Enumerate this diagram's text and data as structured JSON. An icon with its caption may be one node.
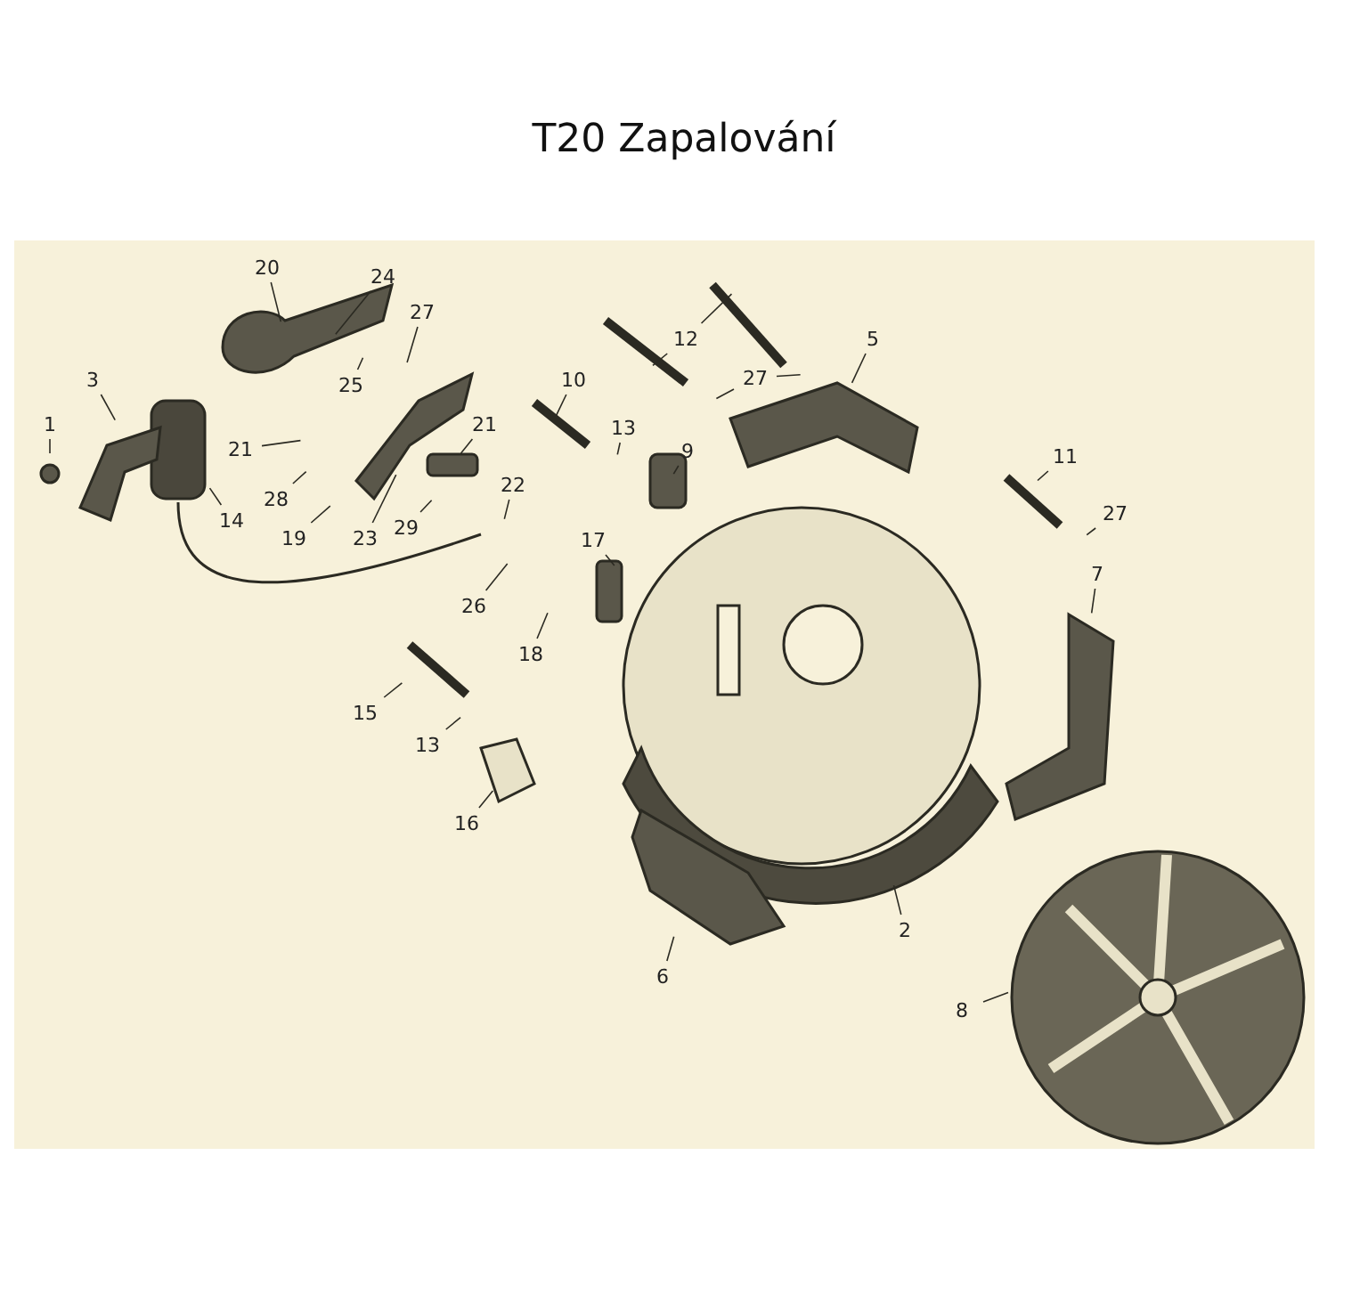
{
  "diagram": {
    "title": "T20 Zapalování",
    "nodes": [
      {
        "text": [
          "20"
        ]
      },
      {
        "text": [
          "24"
        ]
      },
      {
        "text": [
          "27"
        ]
      },
      {
        "text": [
          "25"
        ]
      },
      {
        "text": [
          "3"
        ]
      },
      {
        "text": [
          "1"
        ]
      },
      {
        "text": [
          "21"
        ]
      },
      {
        "text": [
          "10"
        ]
      },
      {
        "text": [
          "13"
        ]
      },
      {
        "text": [
          "28"
        ]
      },
      {
        "text": [
          "19"
        ]
      },
      {
        "text": [
          "23"
        ]
      },
      {
        "text": [
          "29"
        ]
      },
      {
        "text": [
          "21"
        ]
      },
      {
        "text": [
          "22"
        ]
      },
      {
        "text": [
          "14"
        ]
      },
      {
        "text": [
          "12"
        ]
      },
      {
        "text": [
          "27"
        ]
      },
      {
        "text": [
          "5"
        ]
      },
      {
        "text": [
          "9"
        ]
      },
      {
        "text": [
          "17"
        ]
      },
      {
        "text": [
          "26"
        ]
      },
      {
        "text": [
          "18"
        ]
      },
      {
        "text": [
          "11"
        ]
      },
      {
        "text": [
          "27"
        ]
      },
      {
        "text": [
          "7"
        ]
      },
      {
        "text": [
          "15"
        ]
      },
      {
        "text": [
          "13"
        ]
      },
      {
        "text": [
          "16"
        ]
      },
      {
        "text": [
          "2"
        ]
      },
      {
        "text": [
          "6"
        ]
      },
      {
        "text": [
          "8"
        ]
      }
    ],
    "edges": [
      {
        "from": 0,
        "to": null,
        "arrow": "none"
      },
      {
        "from": 1,
        "to": null,
        "arrow": "none"
      },
      {
        "from": 2,
        "to": null,
        "arrow": "none"
      },
      {
        "from": 3,
        "to": null,
        "arrow": "none"
      },
      {
        "from": 4,
        "to": null,
        "arrow": "none"
      },
      {
        "from": 5,
        "to": null,
        "arrow": "none"
      },
      {
        "from": 6,
        "to": null,
        "arrow": "none"
      },
      {
        "from": 7,
        "to": null,
        "arrow": "none"
      },
      {
        "from": 8,
        "to": null,
        "arrow": "none"
      },
      {
        "from": 9,
        "to": null,
        "arrow": "none"
      },
      {
        "from": 10,
        "to": null,
        "arrow": "none"
      },
      {
        "from": 11,
        "to": null,
        "arrow": "none"
      },
      {
        "from": 12,
        "to": null,
        "arrow": "none"
      },
      {
        "from": 13,
        "to": null,
        "arrow": "none"
      },
      {
        "from": 14,
        "to": null,
        "arrow": "none"
      },
      {
        "from": 15,
        "to": null,
        "arrow": "none"
      },
      {
        "from": 16,
        "to": null,
        "arrow": "none"
      },
      {
        "from": 16,
        "to": null,
        "arrow": "none"
      },
      {
        "from": 17,
        "to": null,
        "arrow": "none"
      },
      {
        "from": 17,
        "to": null,
        "arrow": "none"
      },
      {
        "from": 18,
        "to": null,
        "arrow": "none"
      },
      {
        "from": 19,
        "to": null,
        "arrow": "none"
      },
      {
        "from": 20,
        "to": null,
        "arrow": "none"
      },
      {
        "from": 21,
        "to": null,
        "arrow": "none"
      },
      {
        "from": 22,
        "to": null,
        "arrow": "none"
      },
      {
        "from": 23,
        "to": null,
        "arrow": "none"
      },
      {
        "from": 24,
        "to": null,
        "arrow": "none"
      },
      {
        "from": 25,
        "to": null,
        "arrow": "none"
      },
      {
        "from": 26,
        "to": null,
        "arrow": "none"
      },
      {
        "from": 27,
        "to": null,
        "arrow": "none"
      },
      {
        "from": 28,
        "to": null,
        "arrow": "none"
      },
      {
        "from": 29,
        "to": null,
        "arrow": "none"
      },
      {
        "from": 30,
        "to": null,
        "arrow": "none"
      },
      {
        "from": 31,
        "to": null,
        "arrow": "none"
      }
    ]
  }
}
